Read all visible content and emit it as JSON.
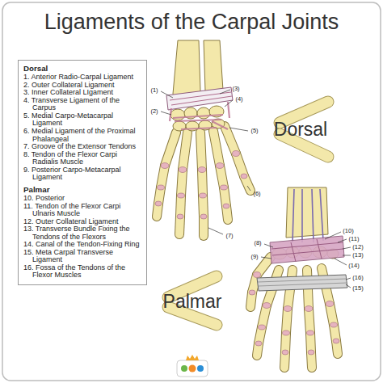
{
  "diagram": {
    "title": "Ligaments of the Carpal Joints",
    "nodes": [
      {
        "text": [
          "Dorsal",
          "1. Anterior Radio-Carpal Ligament",
          "2. Outer Collateral Ligament",
          "3. Inner Collateral LIgament",
          "4. Transverse Ligament of the Carpus",
          "5. Medial Carpo-Metacarpal Ligament",
          "6. Medial Ligament of the Proximal Phalangeal",
          "7. Groove of the Extensor Tendons",
          "8. Tendon of the Flexor Carpi Radialis Muscle",
          "9. Posterior Carpo-Metacarpal Ligament",
          "Palmar",
          "10. Posterior",
          "11. Tendon of the Flexor Carpi Ulnaris Muscle",
          "12. Outer Collateral Ligament",
          "13. Transverse Bundle Fixing the Tendons of the Flexors",
          "14. Canal of the Tendon-Fixing Ring",
          "15. Meta Carpal Transverse Ligament",
          "16. Fossa of the Tendons of the Flexor Muscles"
        ]
      }
    ],
    "edges": [],
    "labels": [
      "(1)",
      "(2)",
      "(3)",
      "(4)",
      "(5)",
      "(6)",
      "(7)",
      "Dorsal",
      "Palmar",
      "(8)",
      "(9)",
      "(10)",
      "(11)",
      "(12)",
      "(13)",
      "(14)",
      "(16)",
      "(15)"
    ]
  }
}
